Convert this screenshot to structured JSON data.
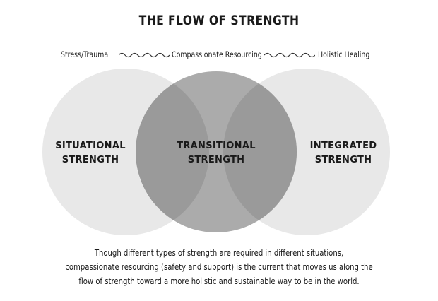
{
  "title": "THE FLOW OF STRENGTH",
  "flow": {
    "start": "Stress/Trauma",
    "middle": "Compassionate Resourcing",
    "end": "Holistic Healing"
  },
  "circles": [
    {
      "line1": "SITUATIONAL",
      "line2": "STRENGTH",
      "color": "#e8e8e8"
    },
    {
      "line1": "TRANSITIONAL",
      "line2": "STRENGTH",
      "color": "#ababab"
    },
    {
      "line1": "INTEGRATED",
      "line2": "STRENGTH",
      "color": "#e8e8e8"
    }
  ],
  "overlap_color": "#9a9a9a",
  "caption": [
    "Though different types of strength are required in different situations,",
    "compassionate resourcing (safety and support) is the current that moves us along the",
    "flow of strength toward a more holistic and sustainable way to be in the world."
  ]
}
